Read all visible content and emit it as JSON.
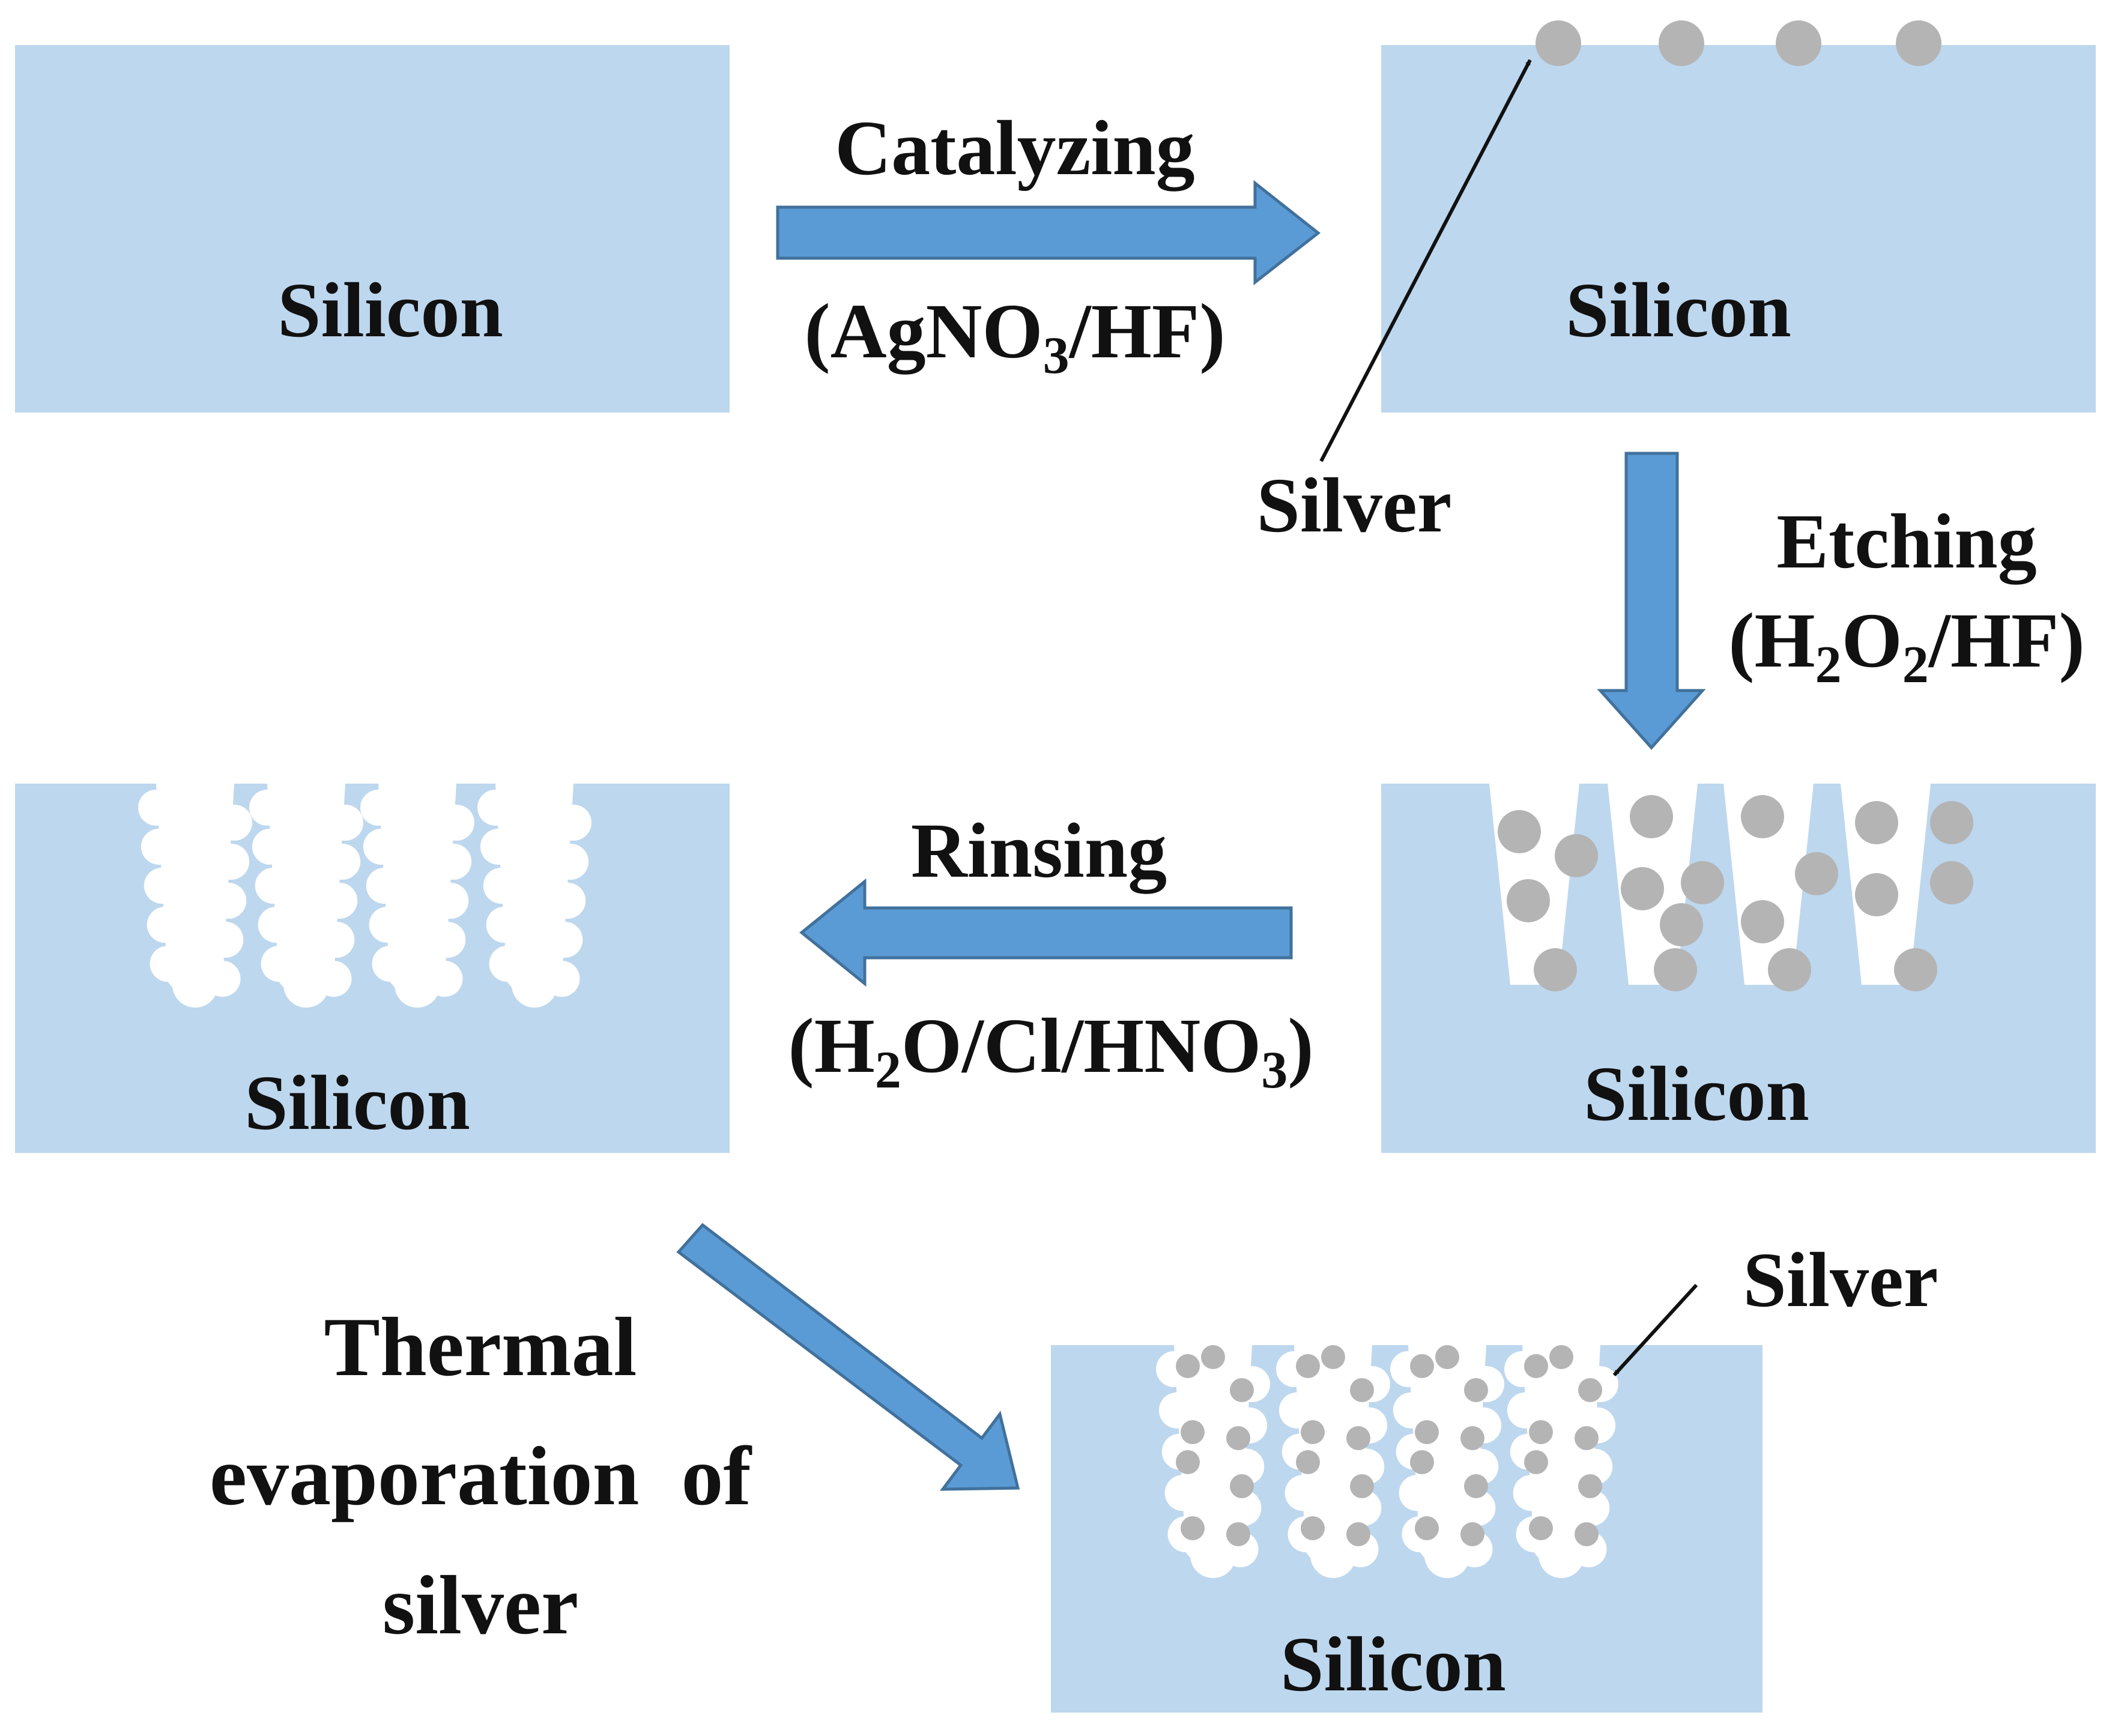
{
  "colors": {
    "silicon": "#bdd7ee",
    "arrow_fill": "#5b9bd5",
    "arrow_stroke": "#41719c",
    "silver": "#b4b4b4",
    "pore": "#ffffff",
    "text": "#111111"
  },
  "stages": {
    "stage1": {
      "label": "Silicon"
    },
    "stage2": {
      "label": "Silicon",
      "callout": "Silver"
    },
    "stage3": {
      "label": "Silicon"
    },
    "stage4": {
      "label": "Silicon"
    },
    "stage5": {
      "label": "Silicon",
      "callout": "Silver"
    }
  },
  "steps": {
    "catalyzing": {
      "name": "Catalyzing",
      "reagent_parts": [
        "(AgNO",
        "3",
        "/HF)"
      ]
    },
    "etching": {
      "name": "Etching",
      "reagent_parts": [
        "(H",
        "2",
        "O",
        "2",
        "/HF)"
      ]
    },
    "rinsing": {
      "name": "Rinsing",
      "reagent_parts": [
        "(H",
        "2",
        "O/Cl/HNO",
        "3",
        ")"
      ]
    },
    "thermal": {
      "lines": [
        "Thermal",
        "evaporation  of",
        "silver"
      ]
    }
  }
}
